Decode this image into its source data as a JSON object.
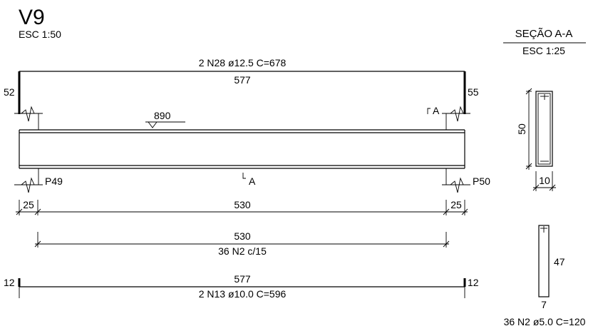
{
  "title": "V9",
  "scale": "ESC 1:50",
  "top_bar": {
    "label": "2 N28 ø12.5  C=678",
    "length": "577",
    "hook_left": "52",
    "hook_right": "55"
  },
  "level": "890",
  "section_marks": {
    "top": "A",
    "bottom": "A"
  },
  "supports": {
    "left": "P49",
    "right": "P50"
  },
  "span_dims": {
    "left": "25",
    "middle": "530",
    "right": "25"
  },
  "stirrups": {
    "length": "530",
    "label": "36 N2 c/15"
  },
  "bottom_bar": {
    "length": "577",
    "hook_left": "12",
    "hook_right": "12",
    "label": "2 N13 ø10.0  C=596"
  },
  "section": {
    "title": "SEÇÃO A-A",
    "scale": "ESC 1:25",
    "height": "50",
    "width": "10"
  },
  "stirrup_detail": {
    "height": "47",
    "width": "7",
    "label": "36 N2 ø5.0  C=120"
  }
}
